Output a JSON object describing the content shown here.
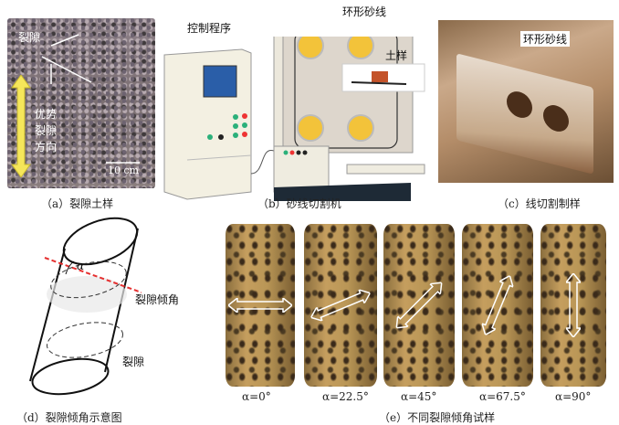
{
  "panel_a": {
    "caption": "（a）裂隙土样",
    "crack_label": "裂隙",
    "direction_label": [
      "优势",
      "裂隙",
      "方向"
    ],
    "scale_label": "10 cm"
  },
  "panel_b": {
    "caption": "（b）砂线切割机",
    "control_label": "控制程序",
    "wire_label": "环形砂线",
    "sample_label": "土样"
  },
  "panel_c": {
    "caption": "（c）线切割制样",
    "wire_label": "环形砂线"
  },
  "panel_d": {
    "caption": "（d）裂隙倾角示意图",
    "alpha_symbol": "α",
    "angle_label": "裂隙倾角",
    "crack_label": "裂隙"
  },
  "panel_e": {
    "caption": "（e）不同裂隙倾角试样",
    "samples": [
      {
        "label": "α=0°",
        "angle": 0
      },
      {
        "label": "α=22.5°",
        "angle": 22.5
      },
      {
        "label": "α=45°",
        "angle": 45
      },
      {
        "label": "α=67.5°",
        "angle": 67.5
      },
      {
        "label": "α=90°",
        "angle": 90
      }
    ]
  },
  "colors": {
    "arrow_yellow": "#f5e65a",
    "dashed_red": "#e53030",
    "machine_yellow": "#f3c33a"
  }
}
